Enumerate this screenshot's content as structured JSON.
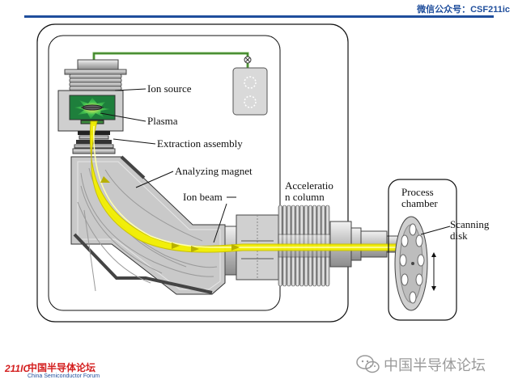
{
  "header": {
    "wechat_id": "微信公众号：CSF211ic"
  },
  "labels": {
    "ion_source": "Ion source",
    "plasma": "Plasma",
    "extraction_assembly": "Extraction assembly",
    "analyzing_magnet": "Analyzing magnet",
    "ion_beam": "Ion beam",
    "acceleration_line1": "Acceleratio",
    "acceleration_line2": "n column",
    "process_line1": "Process",
    "process_line2": "chamber",
    "scanning_line1": "Scanning",
    "scanning_line2": "disk"
  },
  "footer": {
    "logo_mark": "211IC",
    "logo_cn": "中国半导体论坛",
    "logo_en": "China Semiconductor Forum",
    "watermark": "中国半导体论坛"
  },
  "colors": {
    "brand_blue": "#1f4e9c",
    "brand_red": "#d42020",
    "beam_yellow": "#f4f000",
    "source_green": "#3cb371",
    "machine_gray": "#c8c8c8"
  }
}
